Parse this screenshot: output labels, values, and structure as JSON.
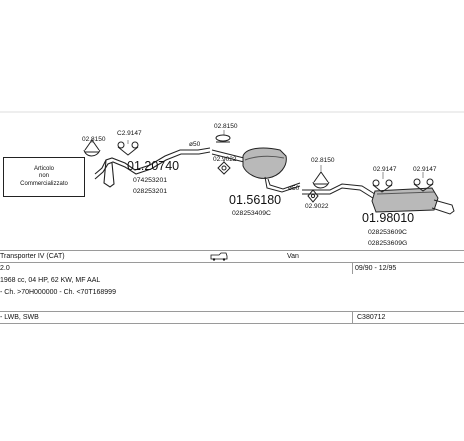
{
  "note_box": {
    "lines": [
      "Articolo",
      "non",
      "Commercializzato"
    ]
  },
  "parts": {
    "clamp_left": "02.8150",
    "hanger_left": "C2.9147",
    "front_pipe_number": "01.20740",
    "front_pipe_oe1": "074253201",
    "front_pipe_oe2": "028253201",
    "gasket_top": "02.8150",
    "gasket_mid": "02.9022",
    "pipe_dia_1": "ø50",
    "middle_silencer_number": "01.56180",
    "middle_silencer_oe": "028253409C",
    "clamp_center": "02.8150",
    "clamp_center2": "02.9022",
    "pipe_dia_2": "ø50",
    "hanger_right1": "02.9147",
    "hanger_right2": "02.9147",
    "rear_silencer_number": "01.98010",
    "rear_silencer_oe1": "028253609C",
    "rear_silencer_oe2": "028253609G"
  },
  "table": {
    "model": "Transporter IV (CAT)",
    "body_type": "Van",
    "engine": "2.0",
    "date_range": "09/90 - 12/95",
    "spec_line": "1968 cc, 04 HP, 62 KW, MF AAL",
    "chassis": "- Ch. >70H000000 - Ch. <70T168999",
    "variant": "- LWB, SWB",
    "code": "C380712"
  },
  "icons": {
    "vehicle": "van-icon"
  }
}
